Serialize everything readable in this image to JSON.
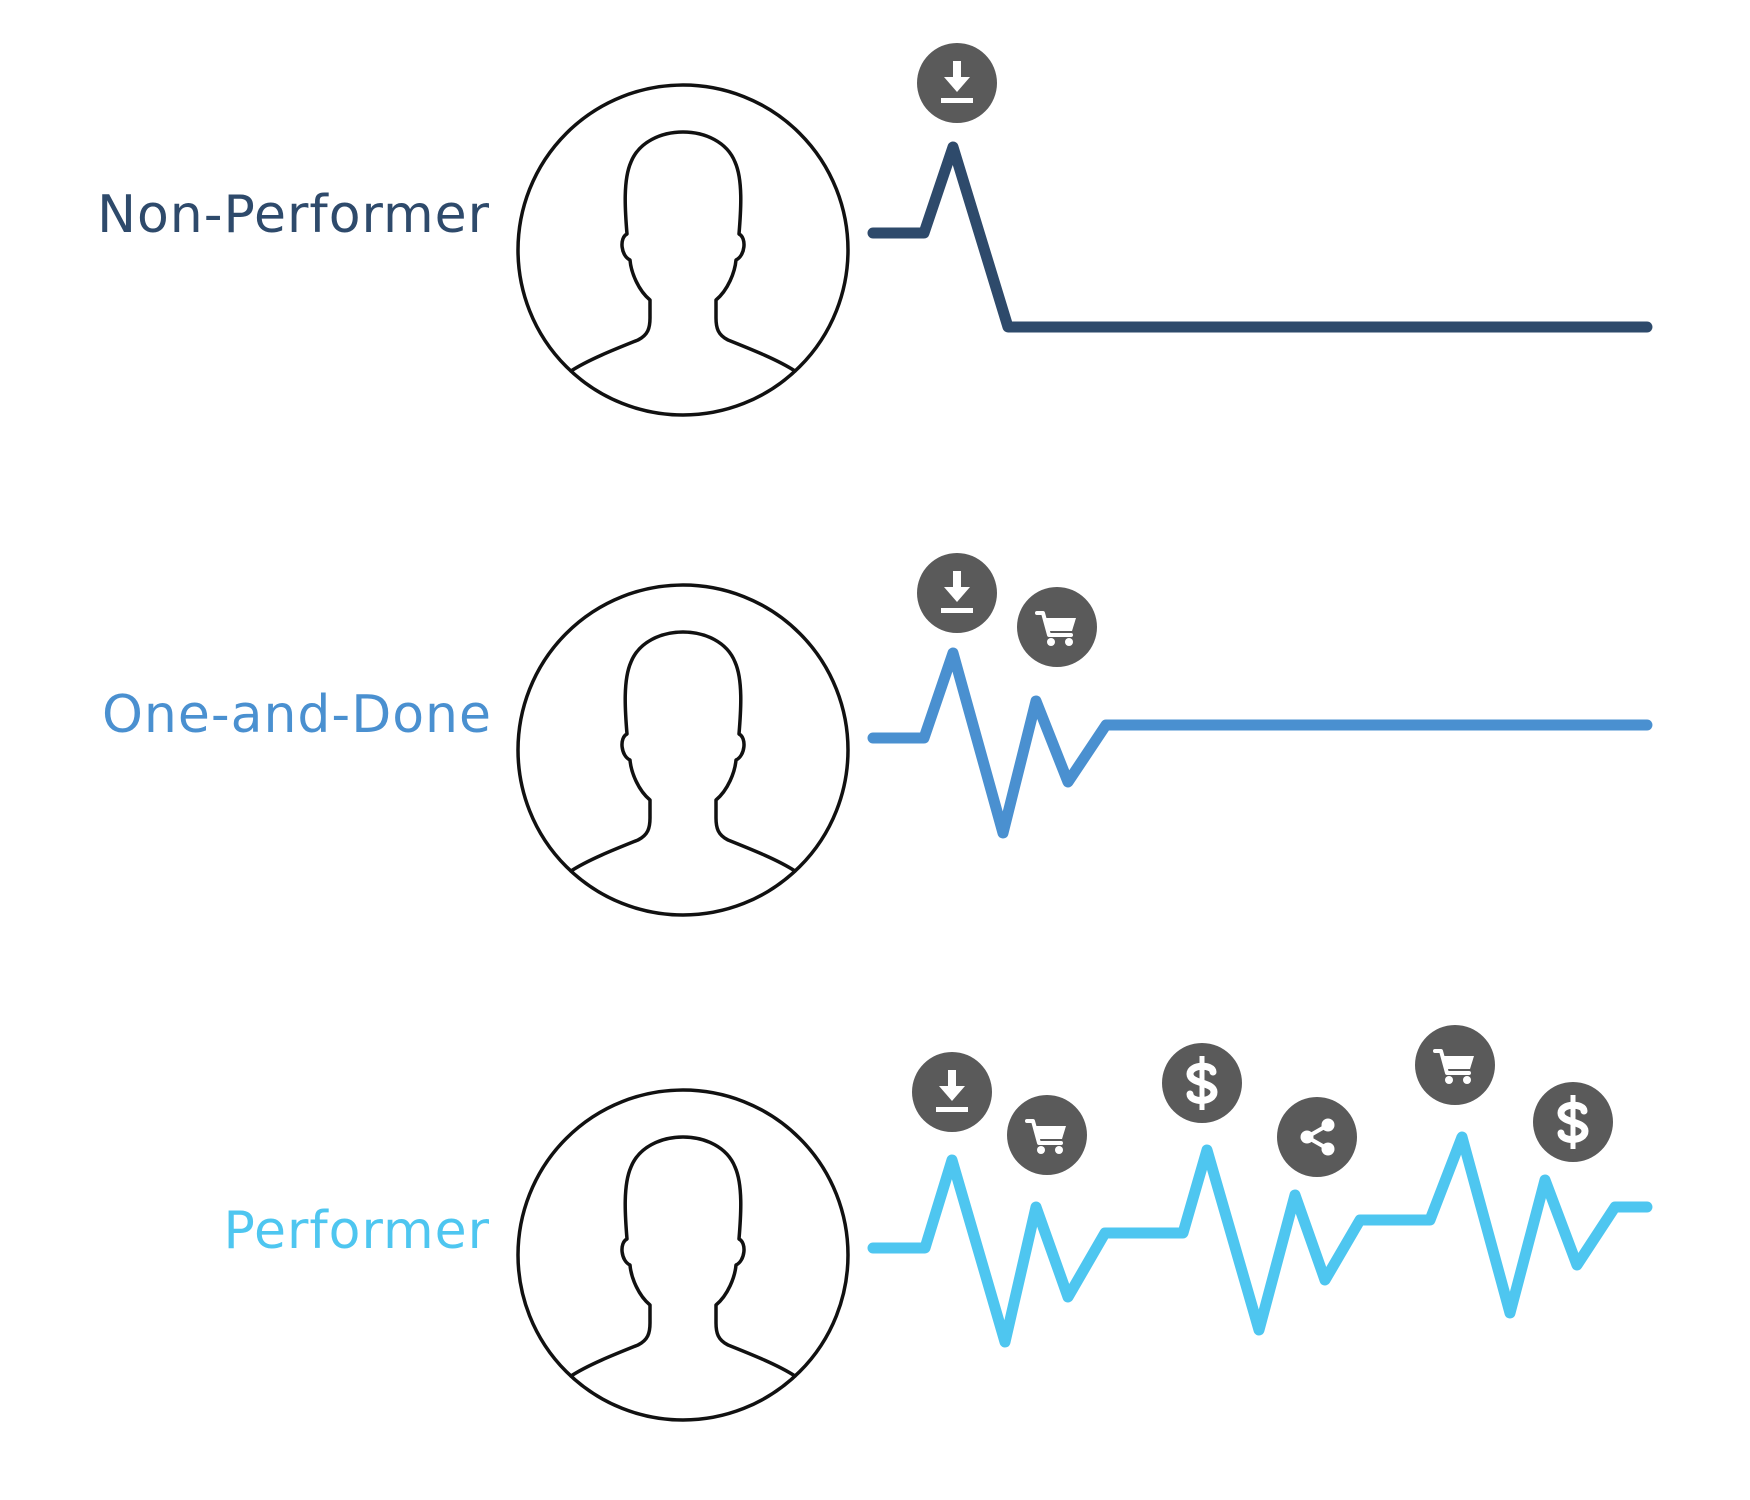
{
  "colors": {
    "non_performer": "#2e4a6b",
    "one_and_done": "#4a90d0",
    "performer": "#4ec6f0",
    "badge": "#5a5a5a"
  },
  "rows": [
    {
      "key": "non_performer",
      "label": "Non-Performer",
      "color": "#2e4a6b",
      "events": [
        "download-icon"
      ]
    },
    {
      "key": "one_and_done",
      "label": "One-and-Done",
      "color": "#4a90d0",
      "events": [
        "download-icon",
        "cart-icon"
      ]
    },
    {
      "key": "performer",
      "label": "Performer",
      "color": "#4ec6f0",
      "events": [
        "download-icon",
        "cart-icon",
        "dollar-icon",
        "share-icon",
        "cart-icon",
        "dollar-icon"
      ]
    }
  ]
}
